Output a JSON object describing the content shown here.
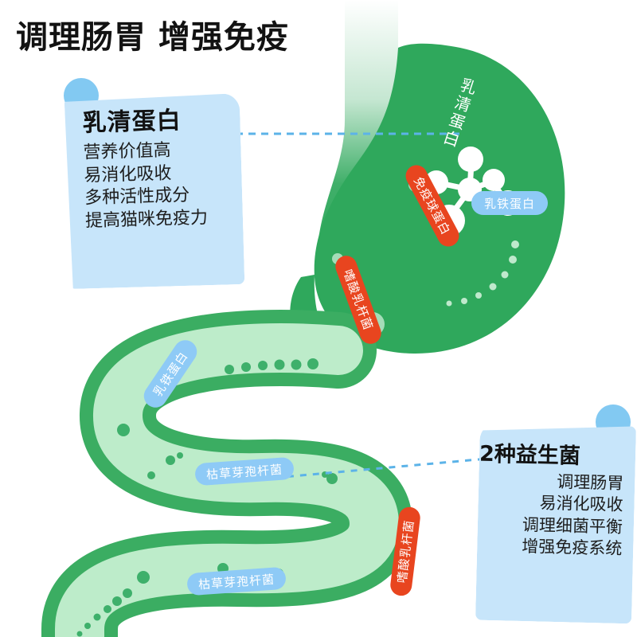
{
  "page": {
    "title": "调理肠胃 增强免疫",
    "background": "#ffffff"
  },
  "colors": {
    "stomach_green": "#2fa85c",
    "intestine_stroke": "#3bad62",
    "intestine_fill": "#bdecca",
    "dot_green": "#3eb06b",
    "callout_blue": "#c7e5fa",
    "accent_circle_blue": "#82c9f2",
    "tag_orange": "#e8451f",
    "tag_blue": "#8ecaf6",
    "dash_line_blue": "#5cb3e8",
    "title_black": "#121212"
  },
  "callouts": {
    "left": {
      "heading": "乳清蛋白",
      "lines": [
        "营养价值高",
        "易消化吸收",
        "多种活性成分",
        "提高猫咪免疫力"
      ]
    },
    "right": {
      "heading": "2种益生菌",
      "lines": [
        "调理肠胃",
        "易消化吸收",
        "调理细菌平衡",
        "增强免疫系统"
      ]
    }
  },
  "organ_labels": {
    "whey_protein_vertical": "乳清蛋白",
    "immunoglobulin_tag": "免疫球蛋白",
    "lactobacillus_tag_stomach": "嗜酸乳杆菌",
    "lactoferrin_tag_stomach": "乳铁蛋白",
    "lactoferrin_tag_gut": "乳铁蛋白",
    "bacillus_subtilis_tag_1": "枯草芽孢杆菌",
    "bacillus_subtilis_tag_2": "枯草芽孢杆菌",
    "lactobacillus_tag_gut": "嗜酸乳杆菌"
  }
}
